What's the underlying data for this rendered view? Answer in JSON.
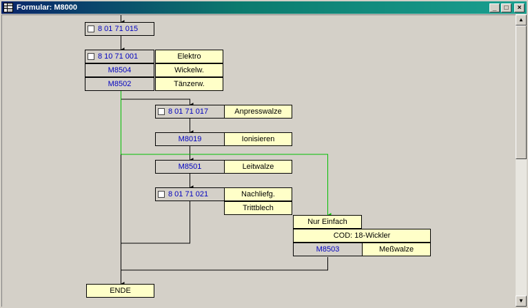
{
  "window": {
    "title": "Formular: M8000",
    "minimize_label": "_",
    "maximize_label": "□",
    "close_label": "×"
  },
  "scrollbar": {
    "up_label": "▲",
    "down_label": "▼"
  },
  "nodes": {
    "n1": "8 01 71 015",
    "n2": "8 10 71 001",
    "n2_label": "Elektro",
    "m8504": "M8504",
    "m8504_label": "Wickelw.",
    "m8502": "M8502",
    "m8502_label": "Tänzerw.",
    "n3": "8 01 71 017",
    "n3_label": "Anpresswalze",
    "m8019": "M8019",
    "m8019_label": "Ionisieren",
    "m8501": "M8501",
    "m8501_label": "Leitwalze",
    "n4": "8 01 71 021",
    "n4_label": "Nachliefg.",
    "n4_label2": "Trittblech",
    "nur_einfach": "Nur Einfach",
    "cod": "COD: 18-Wickler",
    "m8503": "M8503",
    "m8503_label": "Meßwalze",
    "ende": "ENDE"
  },
  "colors": {
    "title_start": "#0a246a",
    "title_end": "#1aa090",
    "node_text": "#0000c0",
    "label_bg": "#ffffc8",
    "green_wire": "#00c000"
  }
}
